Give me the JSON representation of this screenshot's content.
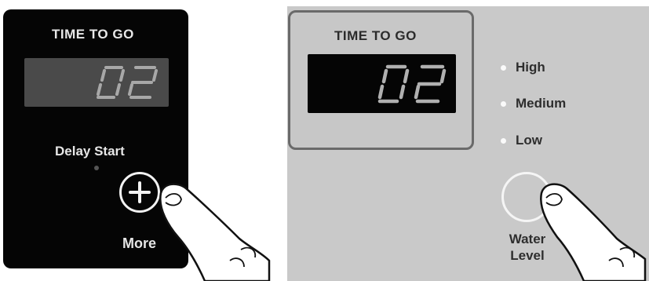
{
  "left_panel": {
    "title": "TIME TO GO",
    "display": "02",
    "delay_label": "Delay Start",
    "more_button_symbol": "+",
    "more_label": "More"
  },
  "right_panel": {
    "title": "TIME TO GO",
    "display": "02",
    "levels": [
      "High",
      "Medium",
      "Low"
    ],
    "water_label_line1": "Water",
    "water_label_line2": "Level"
  },
  "colors": {
    "left_background": "#050505",
    "right_background": "#c9c9c9",
    "left_display": "#4a4a4a",
    "left_digits": "#a8a8a8",
    "right_display": "#050505",
    "right_digits": "#b0b0b0"
  },
  "icons": [
    "plus-icon",
    "finger-pointing-icon"
  ]
}
